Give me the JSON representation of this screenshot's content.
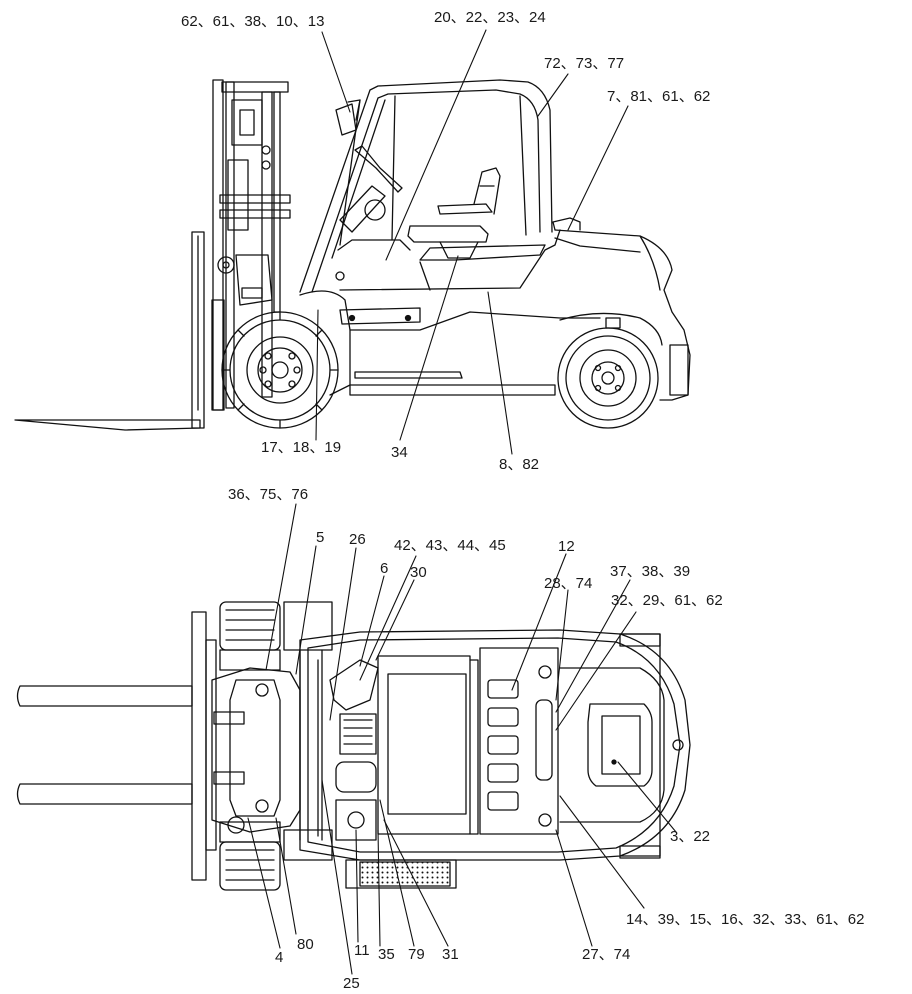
{
  "labels_side": [
    "62、61、38、10、13",
    "20、22、23、24",
    "72、73、77",
    "7、81、61、62",
    "17、18、19",
    "34",
    "8、82"
  ],
  "labels_top": [
    "36、75、76",
    "5",
    "26",
    "42、43、44、45",
    "6",
    "30",
    "12",
    "28、74",
    "37、38、39",
    "32、29、61、62",
    "3、22",
    "14、39、15、16、32、33、61、62",
    "27、74",
    "4",
    "80",
    "11",
    "35",
    "79",
    "31",
    "25"
  ]
}
